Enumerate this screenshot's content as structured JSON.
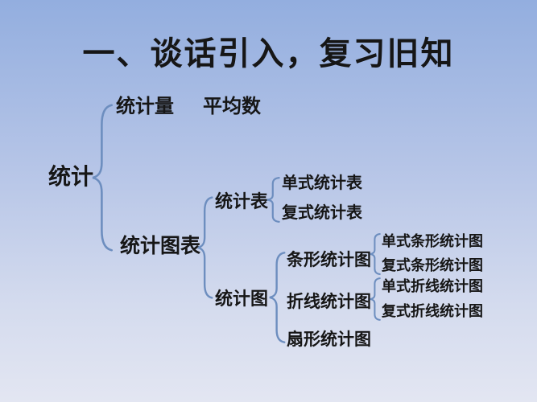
{
  "slide": {
    "title": "一、谈话引入，复习旧知",
    "ink_color": "#161616",
    "brace_color": "#6d8ebf",
    "background_top": "#93aedf",
    "background_mid": "#b6c5e7",
    "background_low": "#d4dbee",
    "background_bottom": "#e3e6f2"
  },
  "nodes": {
    "root": "统计",
    "measure": "统计量",
    "average": "平均数",
    "charts": "统计图表",
    "table": "统计表",
    "table_single": "单式统计表",
    "table_double": "复式统计表",
    "graph": "统计图",
    "bar": "条形统计图",
    "bar_single": "单式条形统计图",
    "bar_double": "复式条形统计图",
    "line": "折线统计图",
    "line_single": "单式折线统计图",
    "line_double": "复式折线统计图",
    "pie": "扇形统计图"
  }
}
